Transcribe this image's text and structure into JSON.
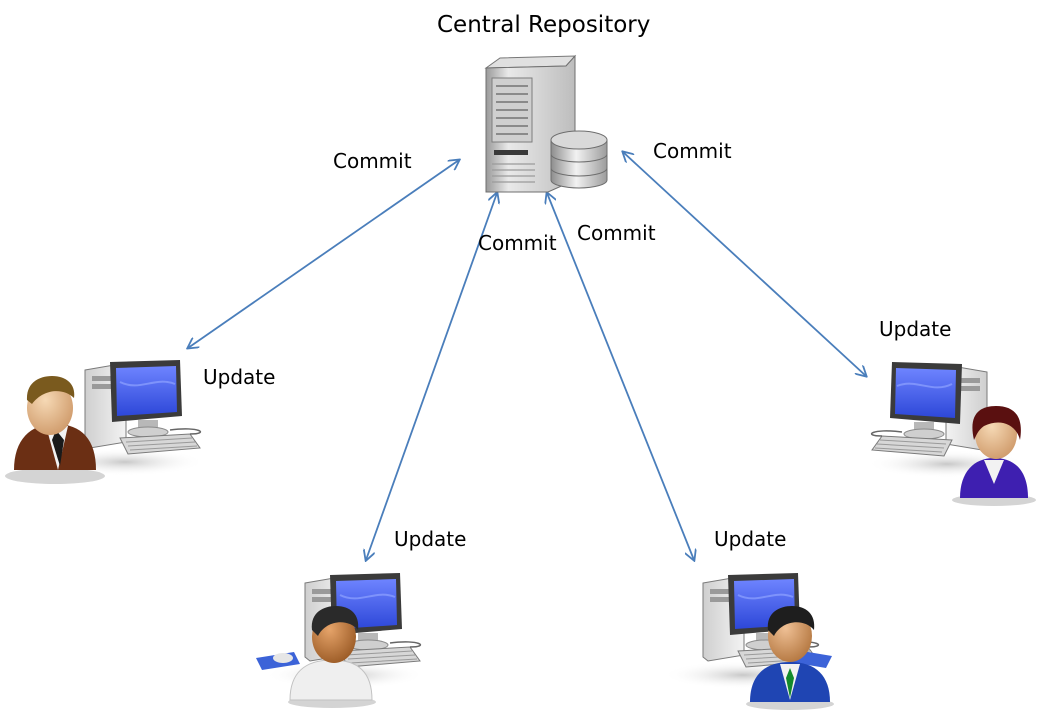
{
  "title": "Central Repository",
  "commit_label": "Commit",
  "update_label": "Update",
  "arrow_color": "#4a7ebb",
  "icons": {
    "server": "server-icon",
    "database": "database-icon",
    "workstation": "computer-workstation-icon",
    "user": "user-icon"
  },
  "clients": [
    {
      "name": "client-left",
      "person": "man-brown-suit"
    },
    {
      "name": "client-bottom-left",
      "person": "man-white-shirt"
    },
    {
      "name": "client-bottom-right",
      "person": "man-blue-suit"
    },
    {
      "name": "client-right",
      "person": "woman-blue-top"
    }
  ]
}
